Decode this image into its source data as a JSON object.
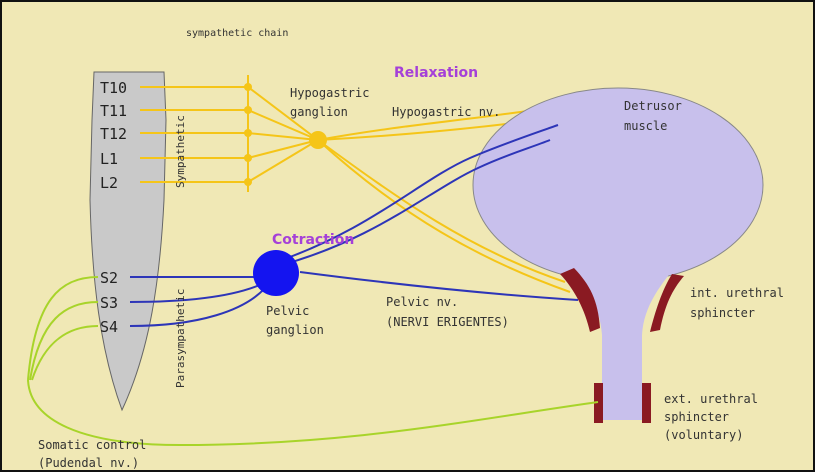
{
  "title": "sympathetic chain",
  "vertebrae": [
    "T10",
    "T11",
    "T12",
    "L1",
    "L2",
    "S2",
    "S3",
    "S4"
  ],
  "divisions": {
    "sympathetic": "Sympathetic",
    "parasympathetic": "Parasympathetic"
  },
  "ganglia": {
    "hypogastric": [
      "Hypogastric",
      "ganglion"
    ],
    "pelvic": [
      "Pelvic",
      "ganglion"
    ]
  },
  "nerves": {
    "hypogastric": "Hypogastric nv.",
    "pelvic": [
      "Pelvic nv.",
      "(NERVI ERIGENTES)"
    ],
    "somatic": [
      "Somatic control",
      "(Pudendal nv.)"
    ]
  },
  "structures": {
    "detrusor": [
      "Detrusor",
      "muscle"
    ],
    "int_sphincter": [
      "int. urethral",
      "sphincter"
    ],
    "ext_sphincter": [
      "ext. urethral",
      "sphincter",
      "(voluntary)"
    ]
  },
  "annotations": {
    "relaxation": "Relaxation",
    "contraction": "Cotraction"
  },
  "colors": {
    "background": "#f0e8b5",
    "border": "#111111",
    "sympathetic_nerve": "#f5c518",
    "parasympathetic_nerve": "#2d35b8",
    "somatic_nerve": "#a8d42a",
    "bladder": "#c8c0ec",
    "sphincter": "#8a1a22",
    "spinal_cord": "#c9c9c9",
    "annotation": "#a540d8",
    "pelvic_ganglion": "#1414f0"
  }
}
